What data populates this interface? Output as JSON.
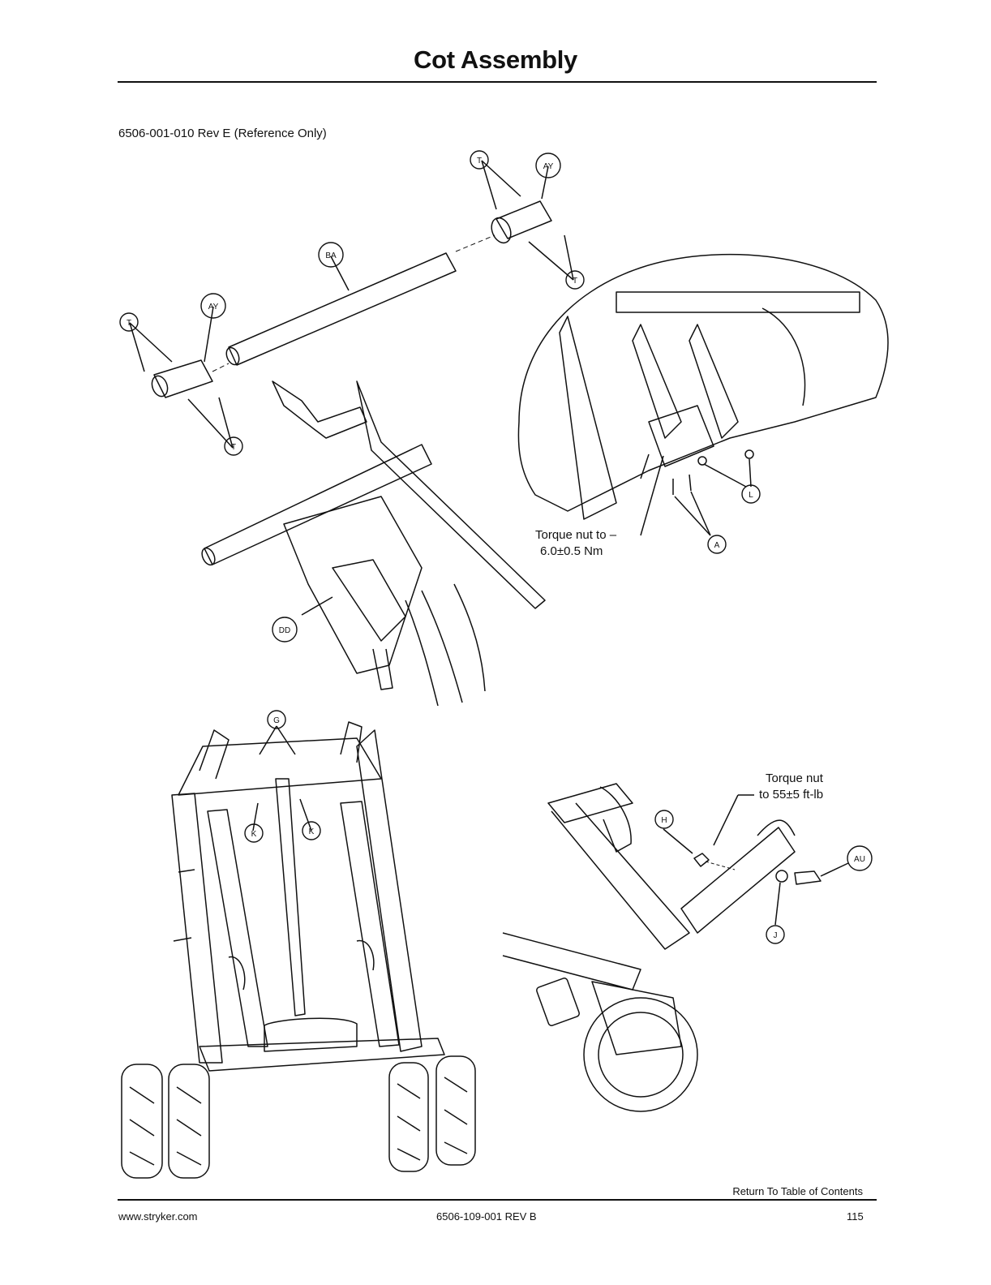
{
  "page": {
    "title": "Cot Assembly",
    "reference": "6506-001-010 Rev E (Reference Only)"
  },
  "callouts": {
    "ay": "AY",
    "ba": "BA",
    "t": "T",
    "a": "A",
    "l": "L",
    "dd": "DD",
    "g": "G",
    "k": "K",
    "h": "H",
    "au": "AU",
    "j": "J"
  },
  "notes": {
    "torque_top_line1": "Torque nut to –",
    "torque_top_line2": "6.0±0.5 Nm",
    "torque_bottom_line1": "Torque nut",
    "torque_bottom_line2": "to 55±5 ft-lb"
  },
  "navigation": {
    "return_link": "Return To Table of Contents"
  },
  "footer": {
    "website": "www.stryker.com",
    "doc_number": "6506-109-001 REV B",
    "page_number": "115"
  }
}
